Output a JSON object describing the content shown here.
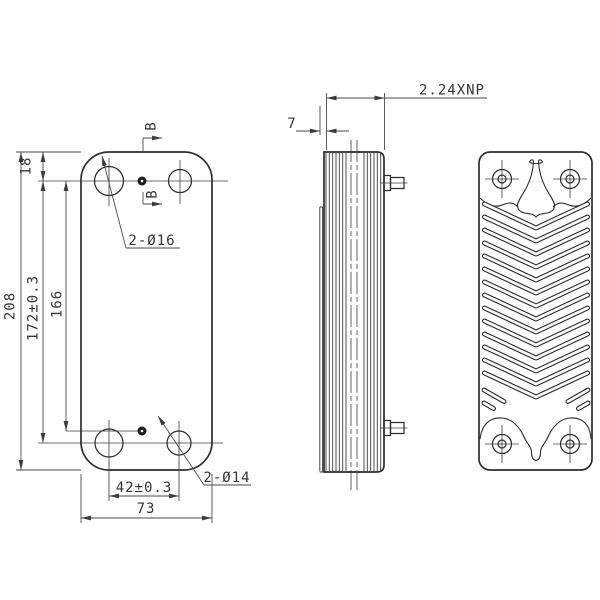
{
  "drawing": {
    "front_view": {
      "section_marker_top": "B",
      "section_marker_bottom": "B",
      "dim_total_height": "208",
      "dim_port_centers_vertical": "172±0.3",
      "dim_to_vent_port": "166",
      "dim_top_edge_to_ports": "18",
      "dim_port_centers_horizontal": "42±0.3",
      "dim_total_width": "73",
      "label_top_ports": "2-Ø16",
      "label_bottom_ports": "2-Ø14"
    },
    "side_view": {
      "dim_end_plate_thickness": "7",
      "dim_plate_stack": "2.24XNP"
    },
    "colors": {
      "line": "#2d2d2d",
      "dim_line": "#4a4a4a",
      "text": "#333333",
      "background": "#ffffff"
    }
  }
}
